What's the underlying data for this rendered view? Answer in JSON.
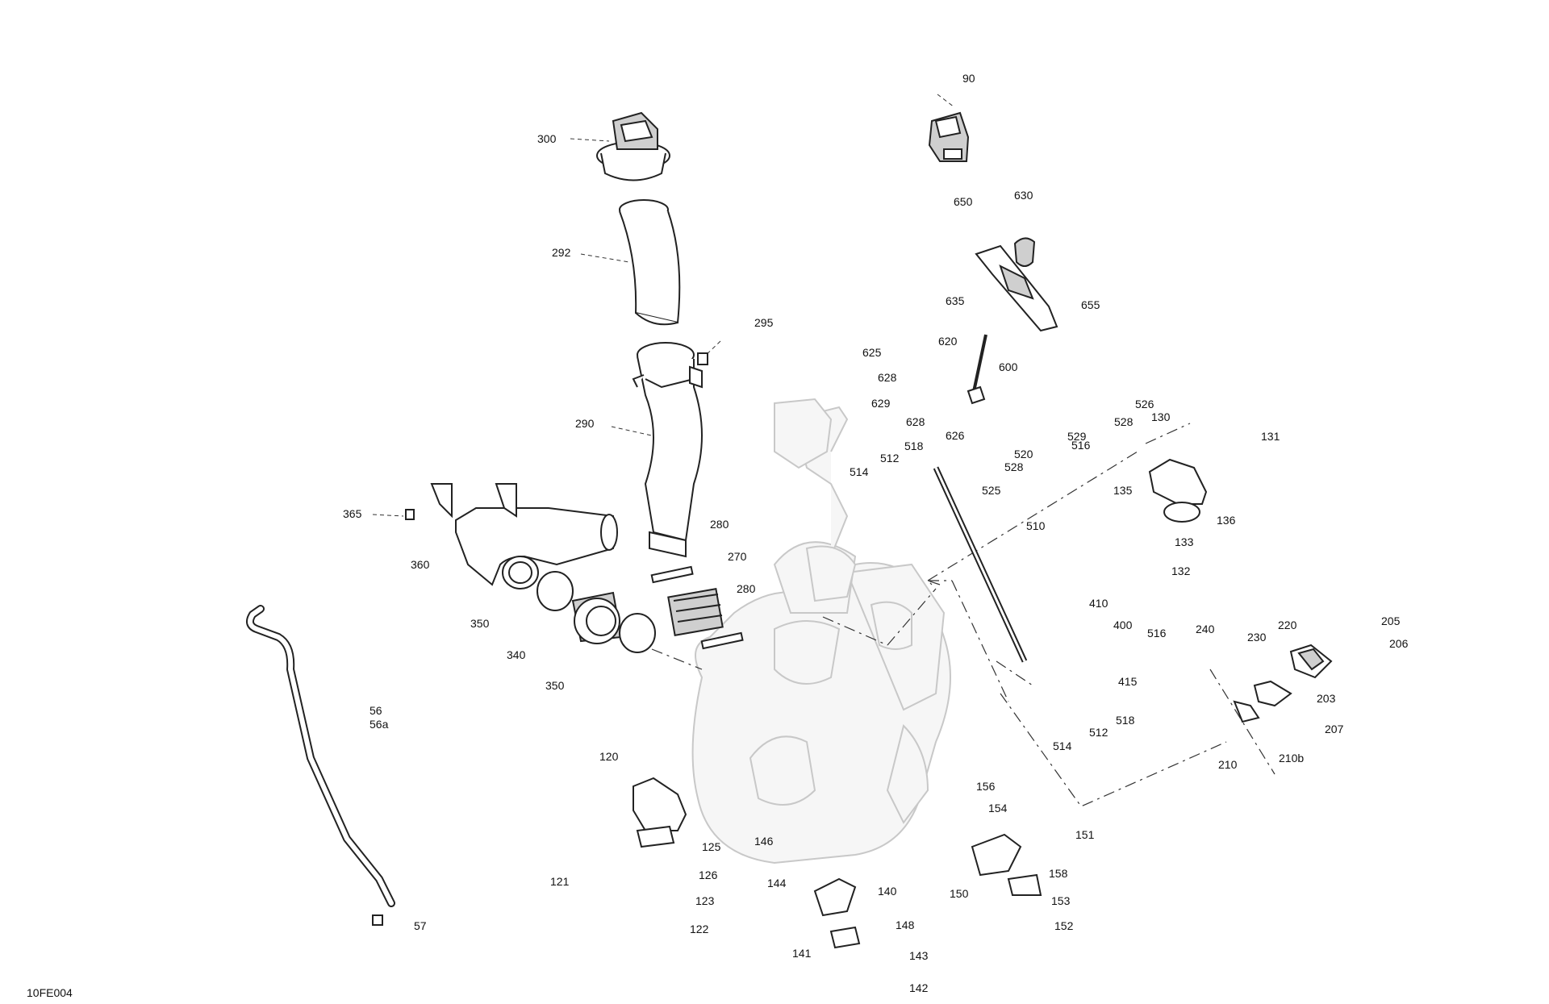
{
  "diagram_code": "10FE004",
  "callouts": {
    "c90": "90",
    "c300": "300",
    "c292": "292",
    "c295": "295",
    "c290": "290",
    "c365": "365",
    "c360": "360",
    "c280a": "280",
    "c270": "270",
    "c280b": "280",
    "c350a": "350",
    "c340": "340",
    "c350b": "350",
    "c56": "56",
    "c56a": "56a",
    "c57": "57",
    "c650": "650",
    "c630": "630",
    "c635": "635",
    "c655": "655",
    "c625": "625",
    "c620": "620",
    "c600": "600",
    "c628a": "628",
    "c629": "629",
    "c628b": "628",
    "c626": "626",
    "c526": "526",
    "c528a": "528",
    "c529": "529",
    "c516a": "516",
    "c520": "520",
    "c528b": "528",
    "c514a": "514",
    "c512a": "512",
    "c518a": "518",
    "c525": "525",
    "c510": "510",
    "c130": "130",
    "c131": "131",
    "c135": "135",
    "c136": "136",
    "c133": "133",
    "c132": "132",
    "c410": "410",
    "c400": "400",
    "c516b": "516",
    "c415": "415",
    "c514b": "514",
    "c512b": "512",
    "c518b": "518",
    "c240": "240",
    "c230": "230",
    "c220": "220",
    "c205": "205",
    "c206": "206",
    "c203": "203",
    "c207": "207",
    "c210": "210",
    "c210b": "210b",
    "c120": "120",
    "c125": "125",
    "c121": "121",
    "c126": "126",
    "c123": "123",
    "c122": "122",
    "c146": "146",
    "c144": "144",
    "c140": "140",
    "c141": "141",
    "c148": "148",
    "c143": "143",
    "c142": "142",
    "c156": "156",
    "c154": "154",
    "c151": "151",
    "c150": "150",
    "c158": "158",
    "c153": "153",
    "c152": "152"
  }
}
